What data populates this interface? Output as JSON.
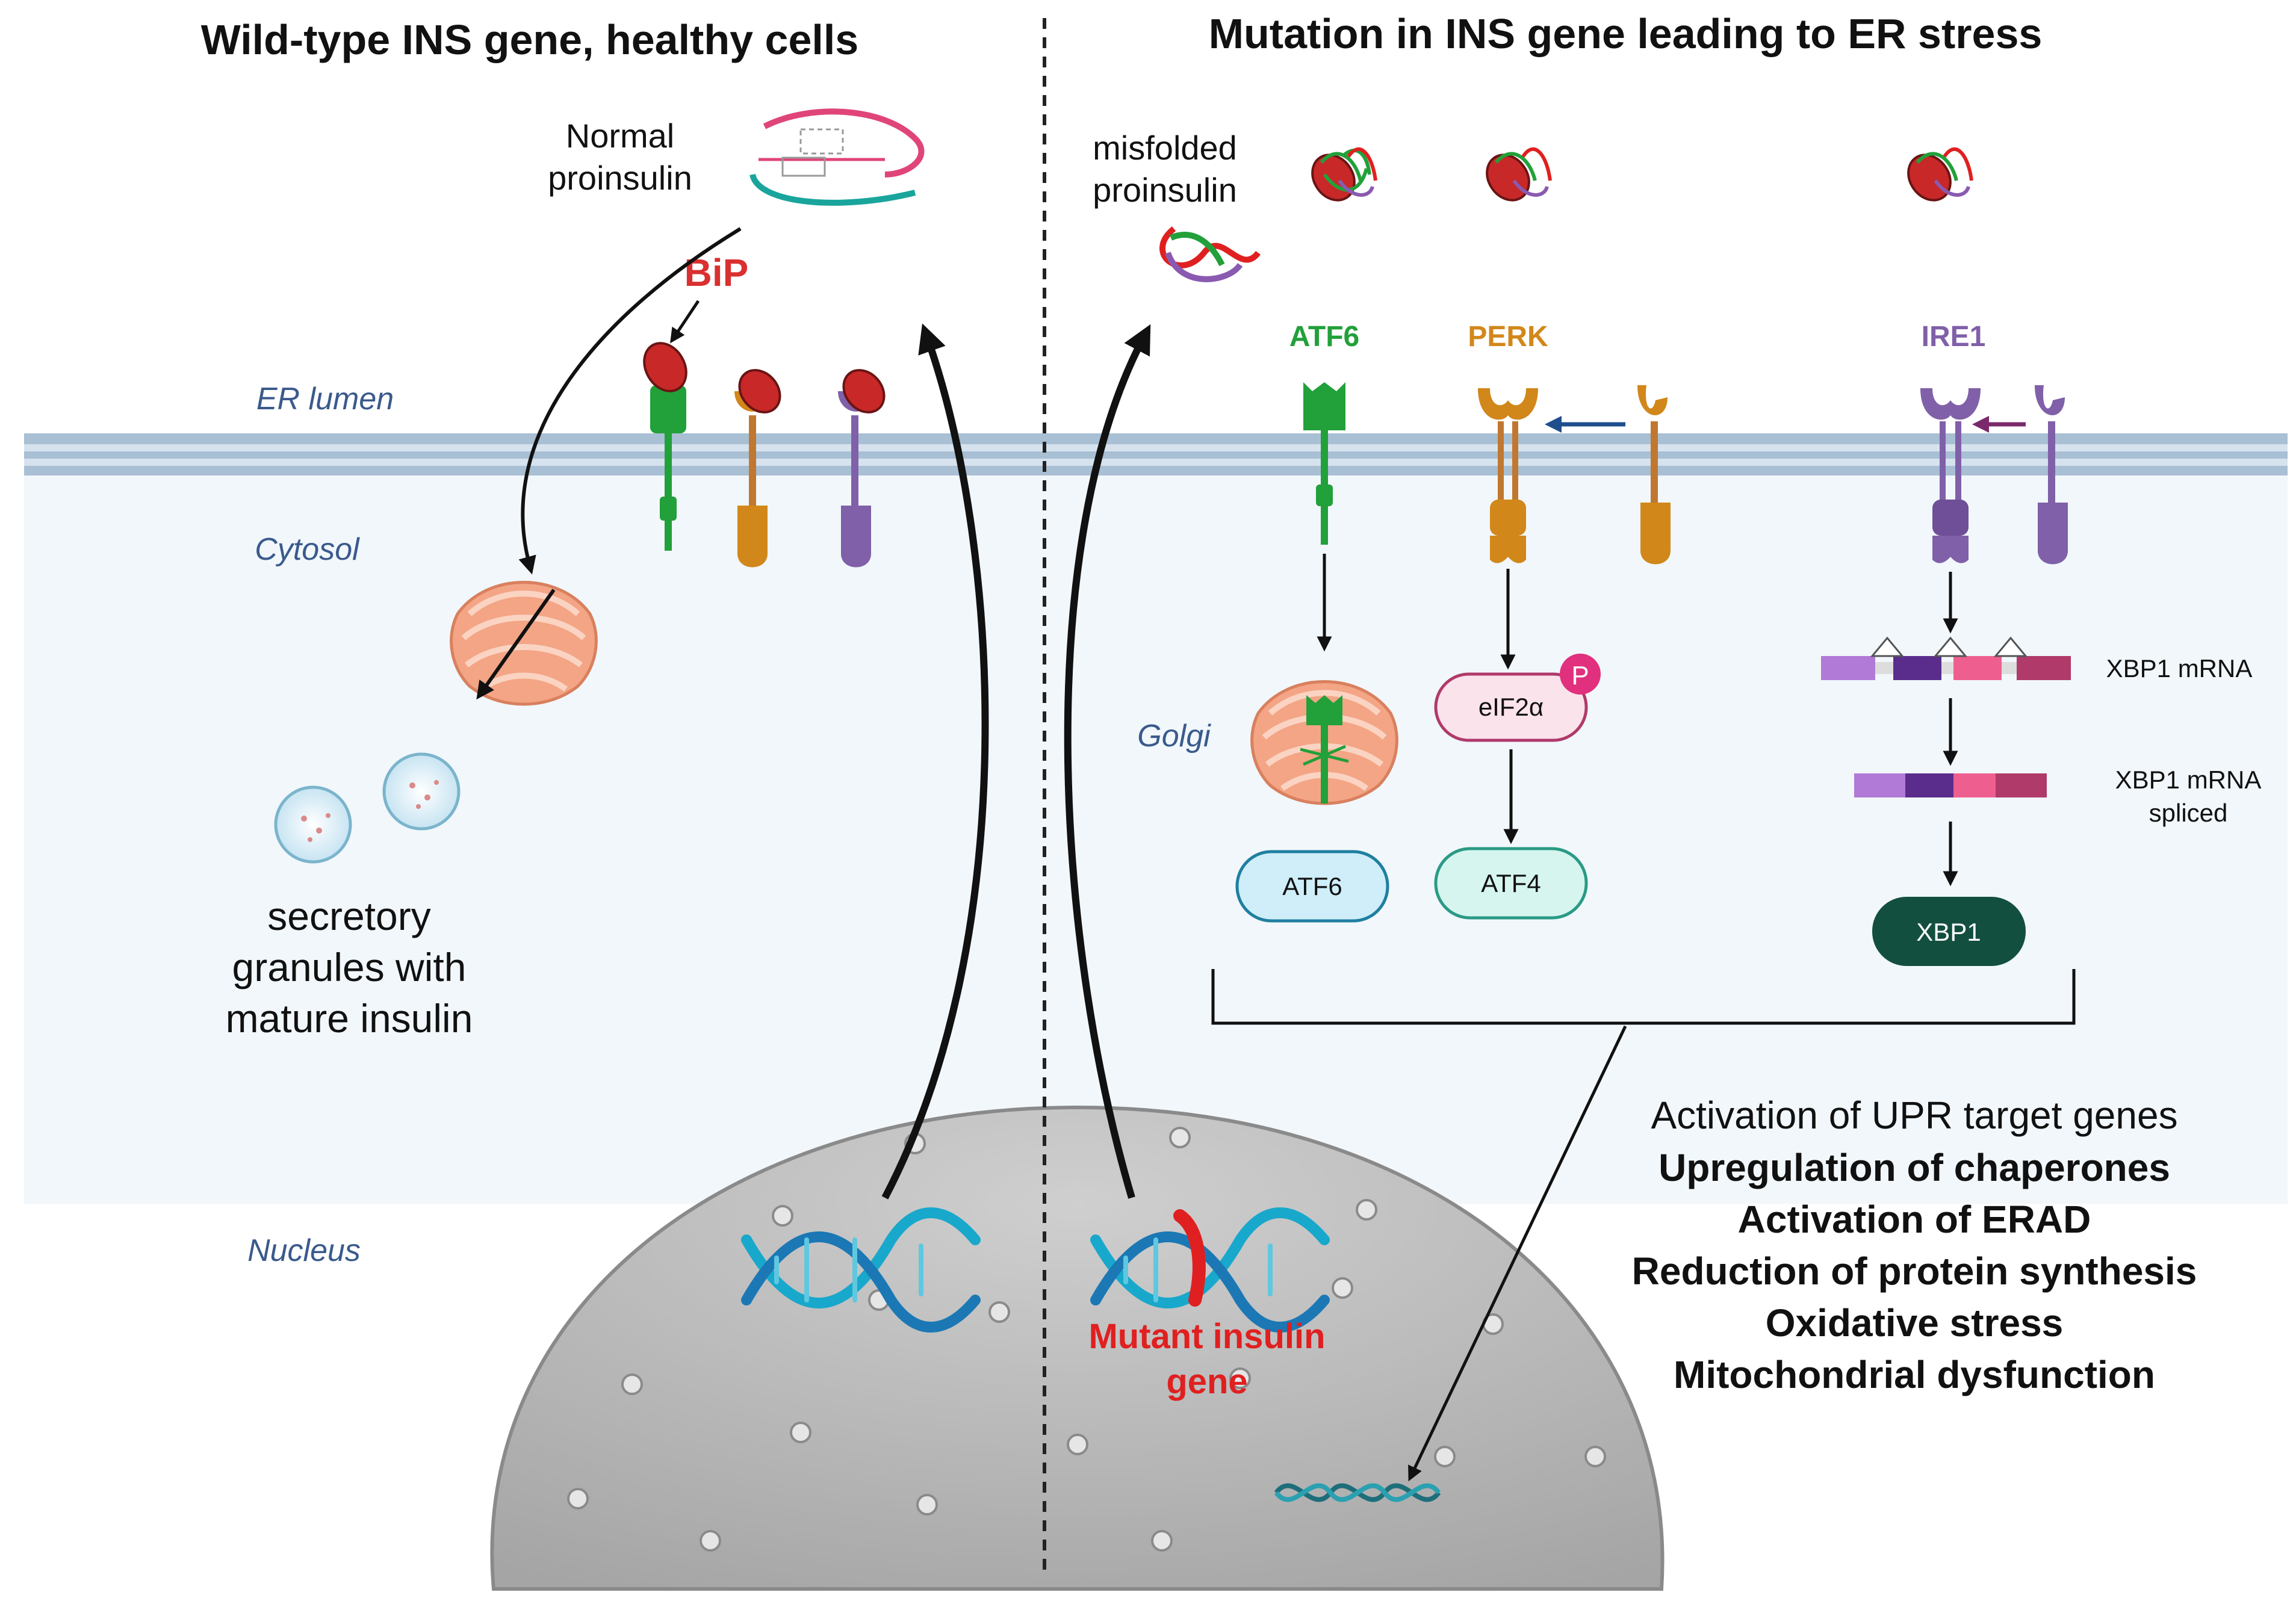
{
  "left_panel": {
    "title": "Wild-type INS gene, healthy cells",
    "normal_proinsulin_line1": "Normal",
    "normal_proinsulin_line2": "proinsulin",
    "bip_label": "BiP",
    "granules_line1": "secretory",
    "granules_line2": "granules with",
    "granules_line3": "mature insulin"
  },
  "right_panel": {
    "title": "Mutation in INS gene leading to ER stress",
    "misfolded_line1": "misfolded",
    "misfolded_line2": "proinsulin",
    "mutant_line1": "Mutant insulin",
    "mutant_line2": "gene"
  },
  "regions": {
    "er_lumen": "ER lumen",
    "cytosol": "Cytosol",
    "golgi": "Golgi",
    "nucleus": "Nucleus"
  },
  "receptors": {
    "atf6": "ATF6",
    "perk": "PERK",
    "ire1": "IRE1"
  },
  "signaling": {
    "atf6_box": "ATF6",
    "eif2a_box": "eIF2α",
    "phospho": "P",
    "atf4_box": "ATF4",
    "xbp1_mrna": "XBP1 mRNA",
    "xbp1_spliced_line1": "XBP1 mRNA",
    "xbp1_spliced_line2": "spliced",
    "xbp1_box": "XBP1"
  },
  "outcomes": {
    "header": "Activation of UPR target genes",
    "items": [
      "Upregulation of chaperones",
      "Activation of ERAD",
      "Reduction of protein synthesis",
      "Oxidative stress",
      "Mitochondrial dysfunction"
    ]
  },
  "colors": {
    "atf6": "#22a03a",
    "perk": "#d2871a",
    "ire1": "#8060a8",
    "bip": "#d93030",
    "mutant": "#e02020",
    "region_label": "#3a5a8c",
    "membrane": "#9fb3c8",
    "cytosol_bg": "#f1f7fb",
    "nucleus": "#b8b8b8",
    "dna": "#18a8cc"
  }
}
